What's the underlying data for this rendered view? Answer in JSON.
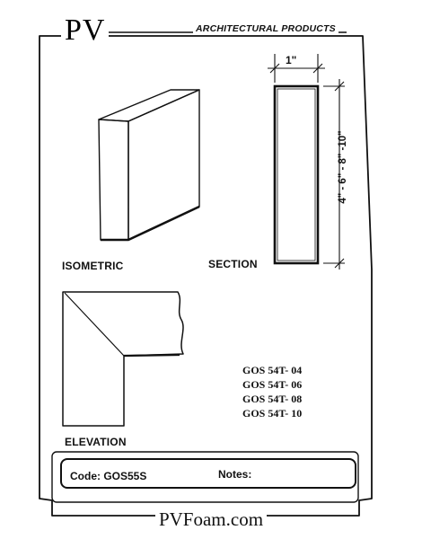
{
  "header": {
    "logo": "PV",
    "subtitle": "ARCHITECTURAL PRODUCTS"
  },
  "views": {
    "isometric": "ISOMETRIC",
    "section": "SECTION",
    "elevation": "ELEVATION"
  },
  "dimensions": {
    "width": "1\"",
    "heights": "4\" - 6\" - 8\" -10\""
  },
  "product_codes": [
    "GOS 54T- 04",
    "GOS 54T- 06",
    "GOS 54T- 08",
    "GOS 54T- 10"
  ],
  "form": {
    "code": "Code: GOS55S",
    "notes": "Notes:"
  },
  "footer": {
    "website": "PVFoam.com"
  }
}
